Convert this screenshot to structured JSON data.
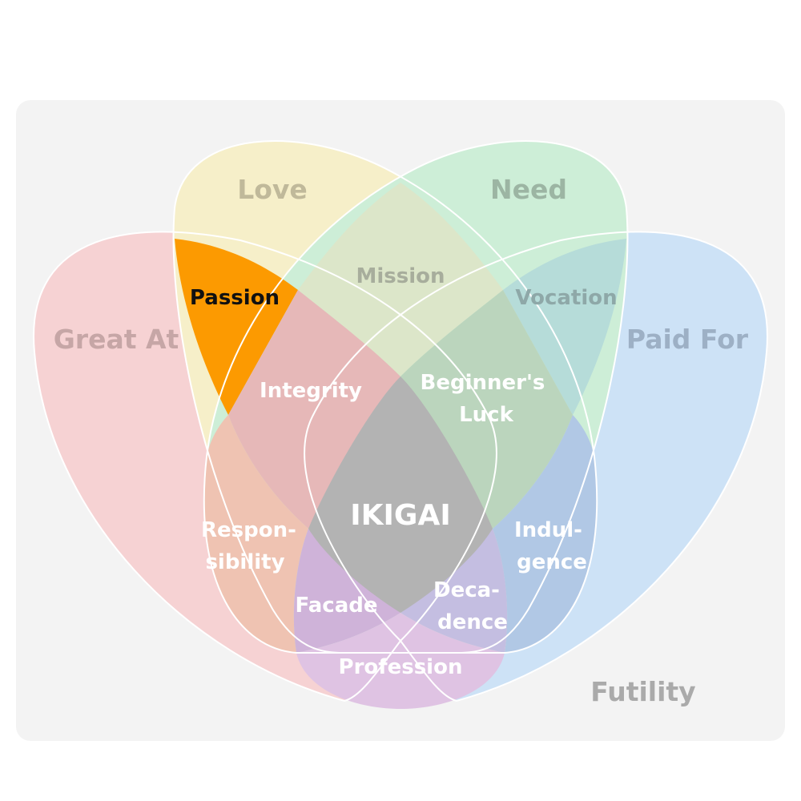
{
  "colors": {
    "panel": "#f3f3f3",
    "great_at": "#f6d2d3",
    "love": "#f6efc9",
    "need": "#cdeed7",
    "paid_for": "#cde2f6",
    "passion": "#fc9a01",
    "mission": "#dce6c9",
    "vocation": "#b6dcd9",
    "integrity": "#e6b8b8",
    "beginners_luck": "#bbd5bd",
    "responsibility": "#efc3b2",
    "indulgence": "#b1c8e5",
    "facade": "#cfb3d9",
    "decadence": "#c4bee1",
    "profession": "#dfc3e3",
    "ikigai": "#b3b3b3"
  },
  "circles": {
    "great_at": "Great At",
    "love": "Love",
    "need": "Need",
    "paid_for": "Paid For"
  },
  "regions": {
    "passion": "Passion",
    "mission": "Mission",
    "vocation": "Vocation",
    "integrity": "Integrity",
    "beginners_luck": [
      "Beginner's",
      "Luck"
    ],
    "responsibility": [
      "Respon-",
      "sibility"
    ],
    "indulgence": [
      "Indul-",
      "gence"
    ],
    "facade": "Facade",
    "decadence": [
      "Deca-",
      "dence"
    ],
    "profession": "Profession",
    "ikigai": "IKIGAI"
  },
  "outside_label": "Futility"
}
